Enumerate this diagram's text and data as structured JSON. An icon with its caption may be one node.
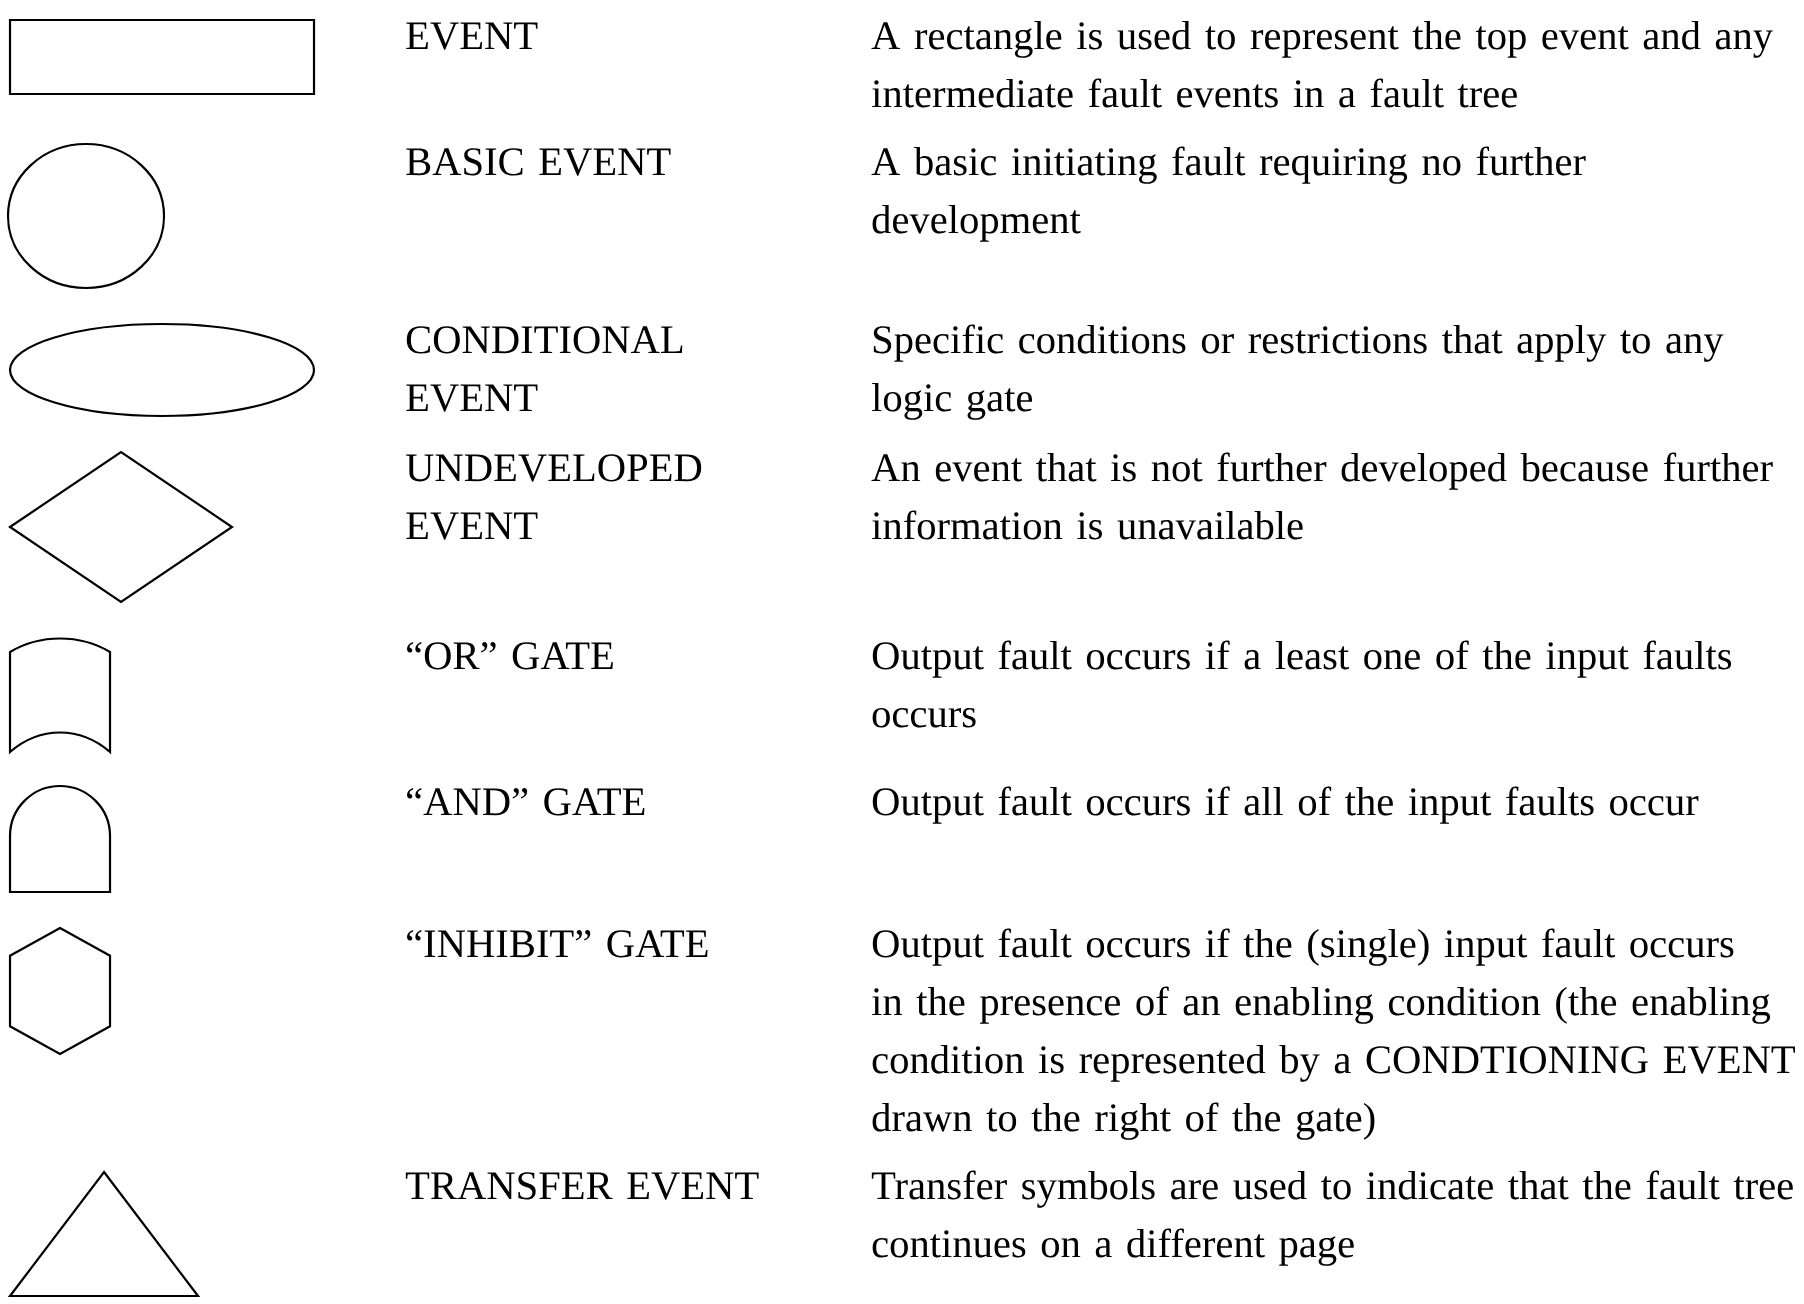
{
  "diagram": {
    "nodes": [
      {
        "text": [],
        "shape": "box"
      },
      {
        "text": [],
        "shape": "circle"
      },
      {
        "text": [],
        "shape": "ellipse"
      },
      {
        "text": [],
        "shape": "diamond"
      },
      {
        "text": [],
        "shape": "or-gate"
      },
      {
        "text": [],
        "shape": "and-gate"
      },
      {
        "text": [],
        "shape": "hexagon"
      },
      {
        "text": [],
        "shape": "triangle"
      }
    ],
    "labels": [
      "EVENT",
      "A rectangle is used to represent the top event and any intermediate fault events in a fault tree",
      "BASIC EVENT",
      "A basic initiating fault requiring no further development",
      "CONDITIONAL EVENT",
      "Specific conditions or restrictions that apply to any logic gate",
      "UNDEVELOPED EVENT",
      "An event that is not further developed because further information is unavailable",
      "“OR” GATE",
      "Output fault occurs if a least one of the input faults occurs",
      "“AND” GATE",
      "Output fault occurs if all of the input faults occur",
      "“INHIBIT” GATE",
      "Output fault occurs if the (single) input fault occurs in the presence of an enabling condition (the enabling condition is represented by a CONDTIONING EVENT drawn to the right of the gate)",
      "TRANSFER EVENT",
      "Transfer symbols are used to indicate that the fault tree continues on a different page"
    ]
  }
}
